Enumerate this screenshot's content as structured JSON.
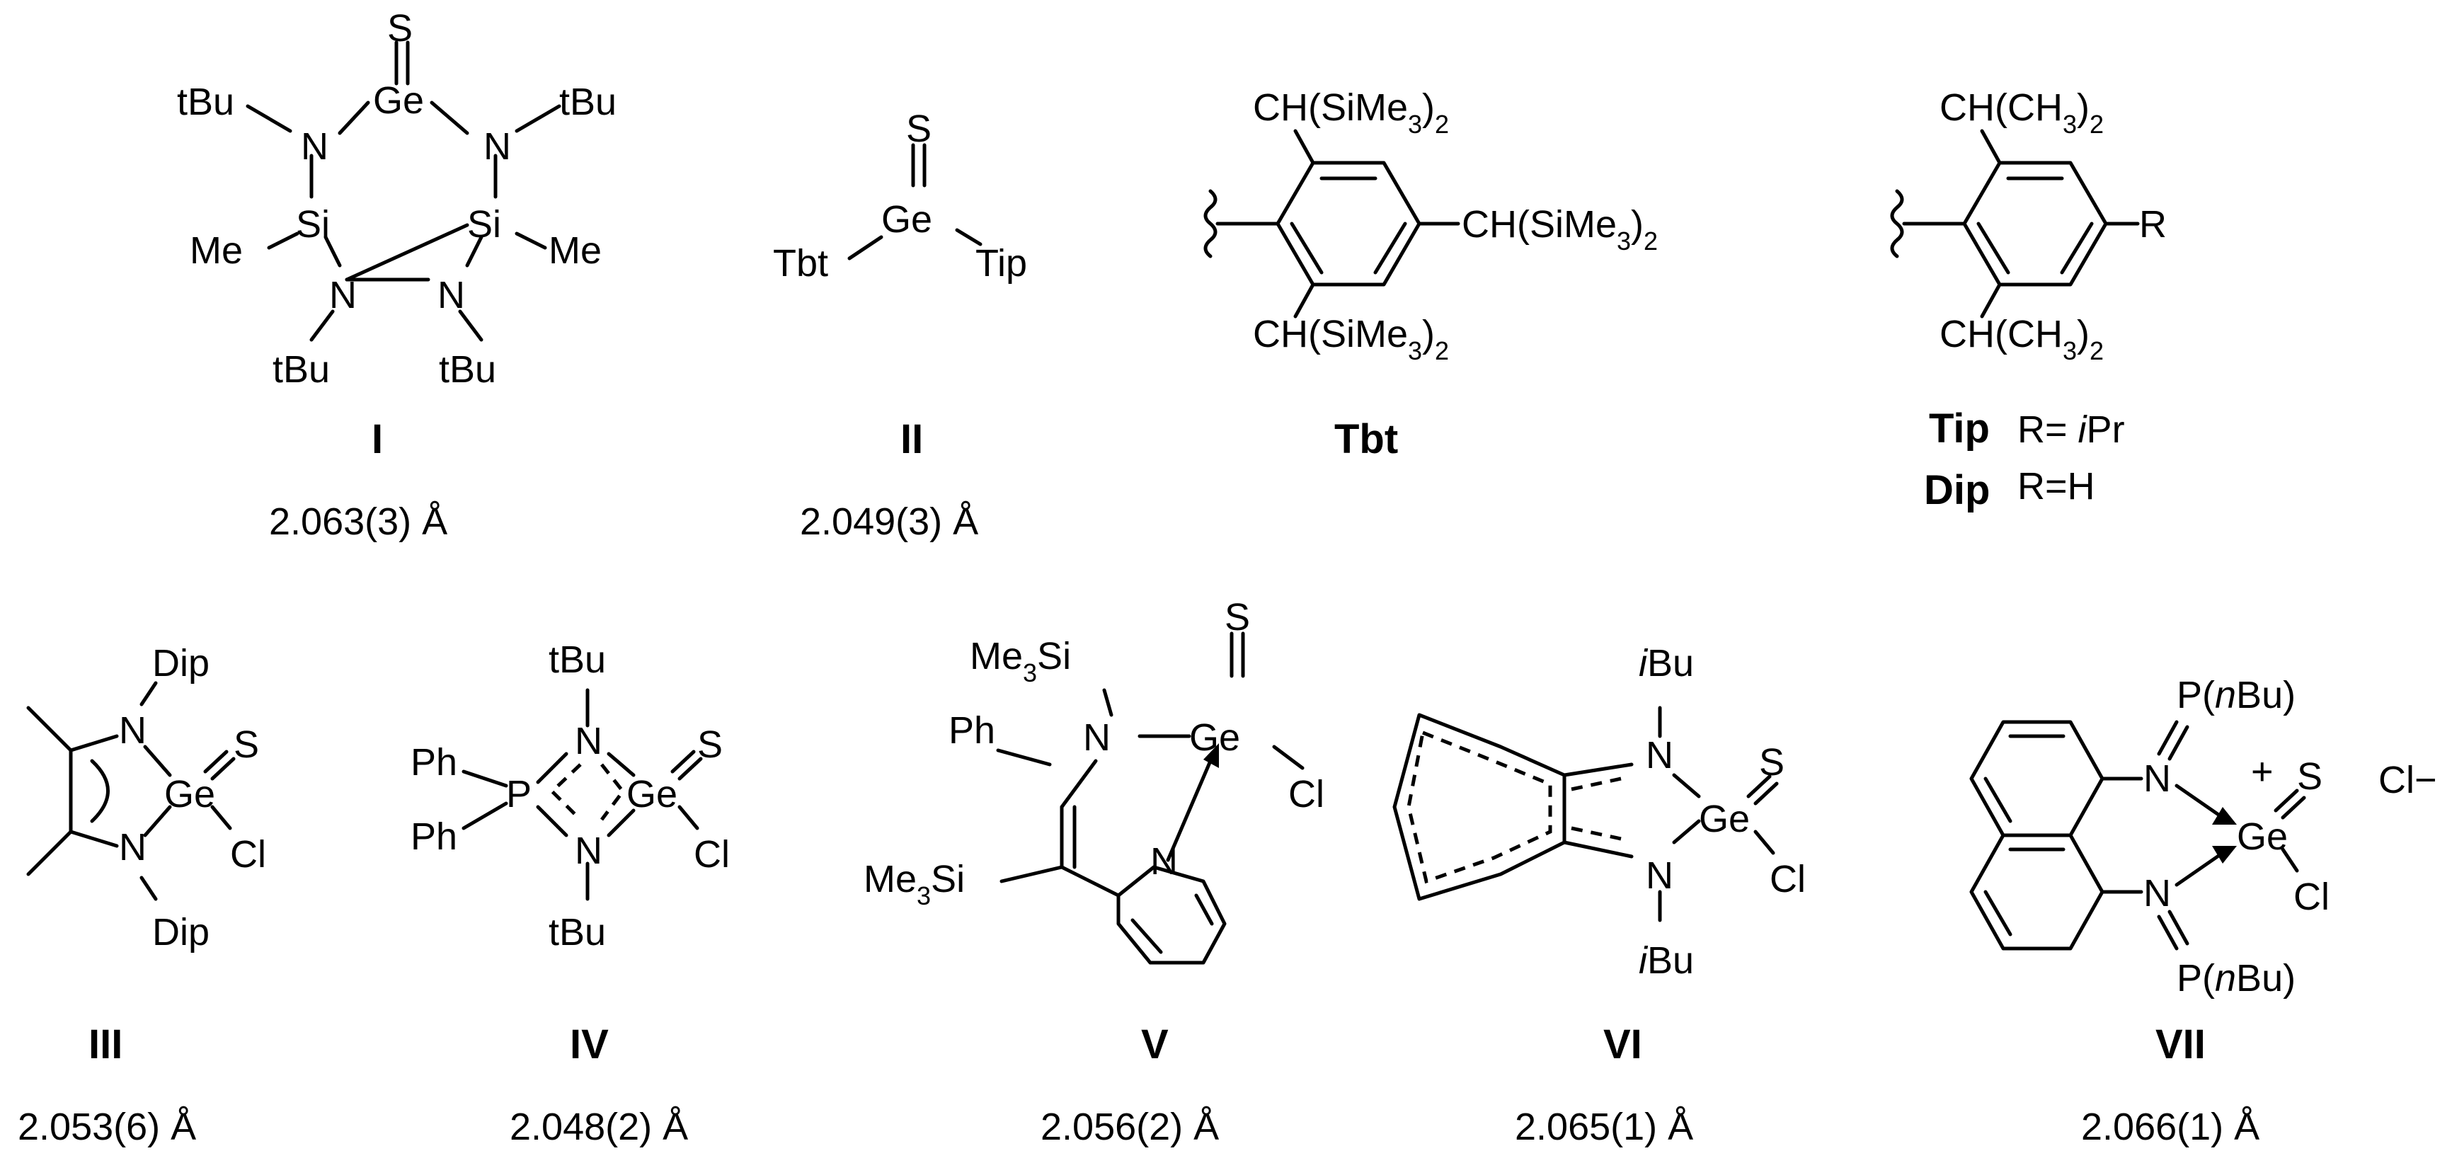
{
  "compounds": [
    {
      "id": "I",
      "label": "I",
      "value": "2.063(3) Å"
    },
    {
      "id": "II",
      "label": "II",
      "value": "2.049(3) Å"
    },
    {
      "id": "Tbt",
      "label": "Tbt"
    },
    {
      "id": "Tip",
      "label": "Tip",
      "r": "R= iPr"
    },
    {
      "id": "Dip",
      "label": "Dip",
      "r": "R=H"
    },
    {
      "id": "III",
      "label": "III",
      "value": "2.053(6) Å"
    },
    {
      "id": "IV",
      "label": "IV",
      "value": "2.048(2) Å"
    },
    {
      "id": "V",
      "label": "V",
      "value": "2.056(2) Å"
    },
    {
      "id": "VI",
      "label": "VI",
      "value": "2.065(1) Å"
    },
    {
      "id": "VII",
      "label": "VII",
      "value": "2.066(1) Å"
    }
  ],
  "atoms": {
    "S": "S",
    "Ge": "Ge",
    "N": "N",
    "Si": "Si",
    "P": "P",
    "Cl": "Cl",
    "tBu": "tBu",
    "iBu": "iBu",
    "Me": "Me",
    "Ph": "Ph",
    "Dip": "Dip",
    "Tbt": "Tbt",
    "Tip": "Tip",
    "R": "R",
    "Me3Si": "Me3Si",
    "CH_SiMe3_2": "CH(SiMe3)2",
    "CH_CH3_2": "CH(CH3)2",
    "P_nBu": "P(nBu)",
    "plus": "+",
    "Cl_minus": "Cl−"
  }
}
